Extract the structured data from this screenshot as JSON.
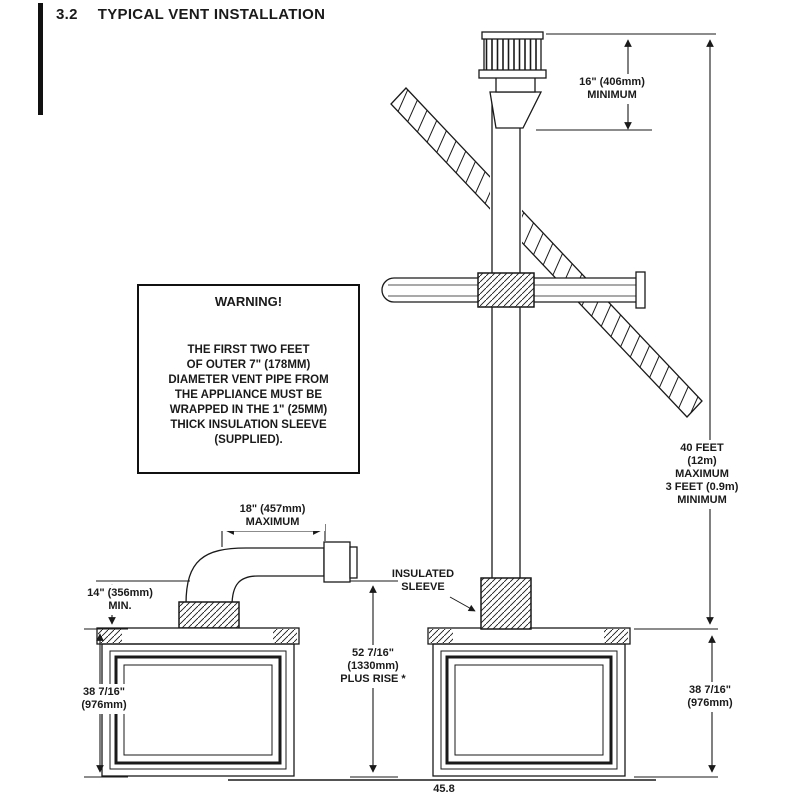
{
  "page": {
    "section_number": "3.2",
    "title": "TYPICAL VENT INSTALLATION",
    "page_number": "45.8"
  },
  "warning": {
    "title": "WARNING!",
    "body": "THE FIRST TWO FEET\nOF OUTER 7\" (178MM)\nDIAMETER VENT PIPE FROM\nTHE APPLIANCE MUST BE\nWRAPPED IN THE 1\" (25MM)\nTHICK INSULATION SLEEVE\n(SUPPLIED)."
  },
  "labels": {
    "cap_clearance": "16\" (406mm)\nMINIMUM",
    "vent_height_range": "40 FEET\n(12m)\nMAXIMUM\n3 FEET (0.9m)\nMINIMUM",
    "horizontal_max": "18\" (457mm)\nMAXIMUM",
    "vertical_min": "14\" (356mm)\nMIN.",
    "appliance_height_left": "38 7/16\"\n(976mm)",
    "appliance_height_right": "38 7/16\"\n(976mm)",
    "centerline_height": "52 7/16\"\n(1330mm)\nPLUS RISE *",
    "insulated_sleeve": "INSULATED\nSLEEVE"
  }
}
